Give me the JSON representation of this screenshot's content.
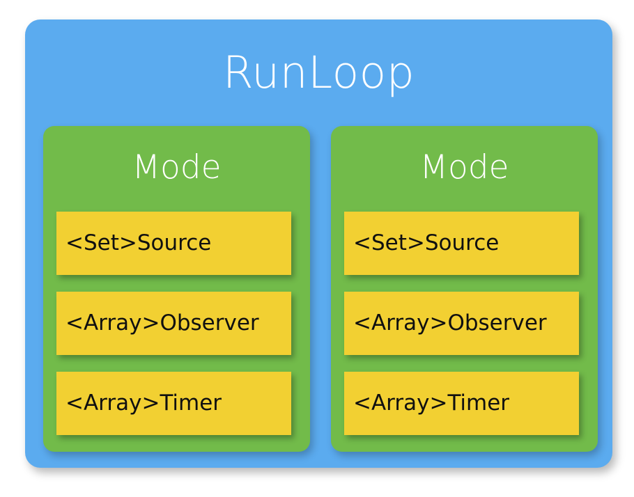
{
  "diagram": {
    "title": "RunLoop",
    "background_color": "#FFFFFF",
    "colors": {
      "runloop": "#5BABEF",
      "mode": "#72BB4A",
      "collection": "#F2D032",
      "title_text": "#FFFFFF",
      "collection_text": "#101010"
    },
    "modes": [
      {
        "title": "Mode",
        "items": [
          {
            "label": "<Set>Source"
          },
          {
            "label": "<Array>Observer"
          },
          {
            "label": "<Array>Timer"
          }
        ]
      },
      {
        "title": "Mode",
        "items": [
          {
            "label": "<Set>Source"
          },
          {
            "label": "<Array>Observer"
          },
          {
            "label": "<Array>Timer"
          }
        ]
      }
    ]
  }
}
